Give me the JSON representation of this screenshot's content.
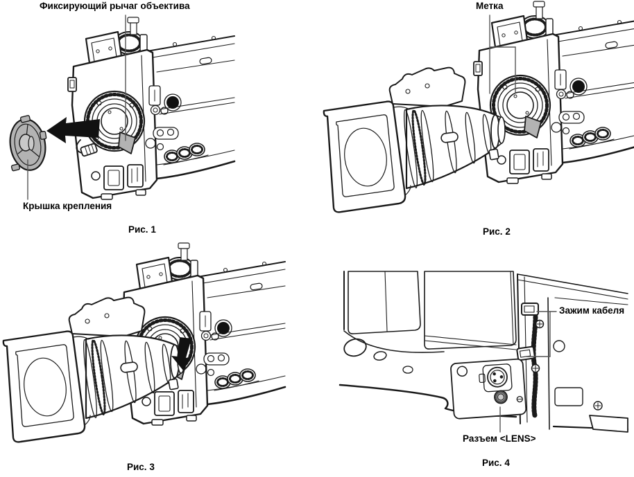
{
  "colors": {
    "line": "#1a1a1a",
    "leader": "#555555",
    "gray_fill": "#b3b3b3",
    "gray_light": "#c9c9c9",
    "arrow": "#111111",
    "background": "#ffffff"
  },
  "figures": [
    {
      "caption": "Рис. 1",
      "labels": {
        "lens_lock_lever": "Фиксирующий рычаг объектива",
        "mount_cap": "Крышка крепления"
      }
    },
    {
      "caption": "Рис. 2",
      "labels": {
        "mark": "Метка"
      }
    },
    {
      "caption": "Рис. 3",
      "labels": {}
    },
    {
      "caption": "Рис. 4",
      "labels": {
        "cable_clamp": "Зажим кабеля",
        "lens_connector": "Разъем <LENS>"
      }
    }
  ]
}
